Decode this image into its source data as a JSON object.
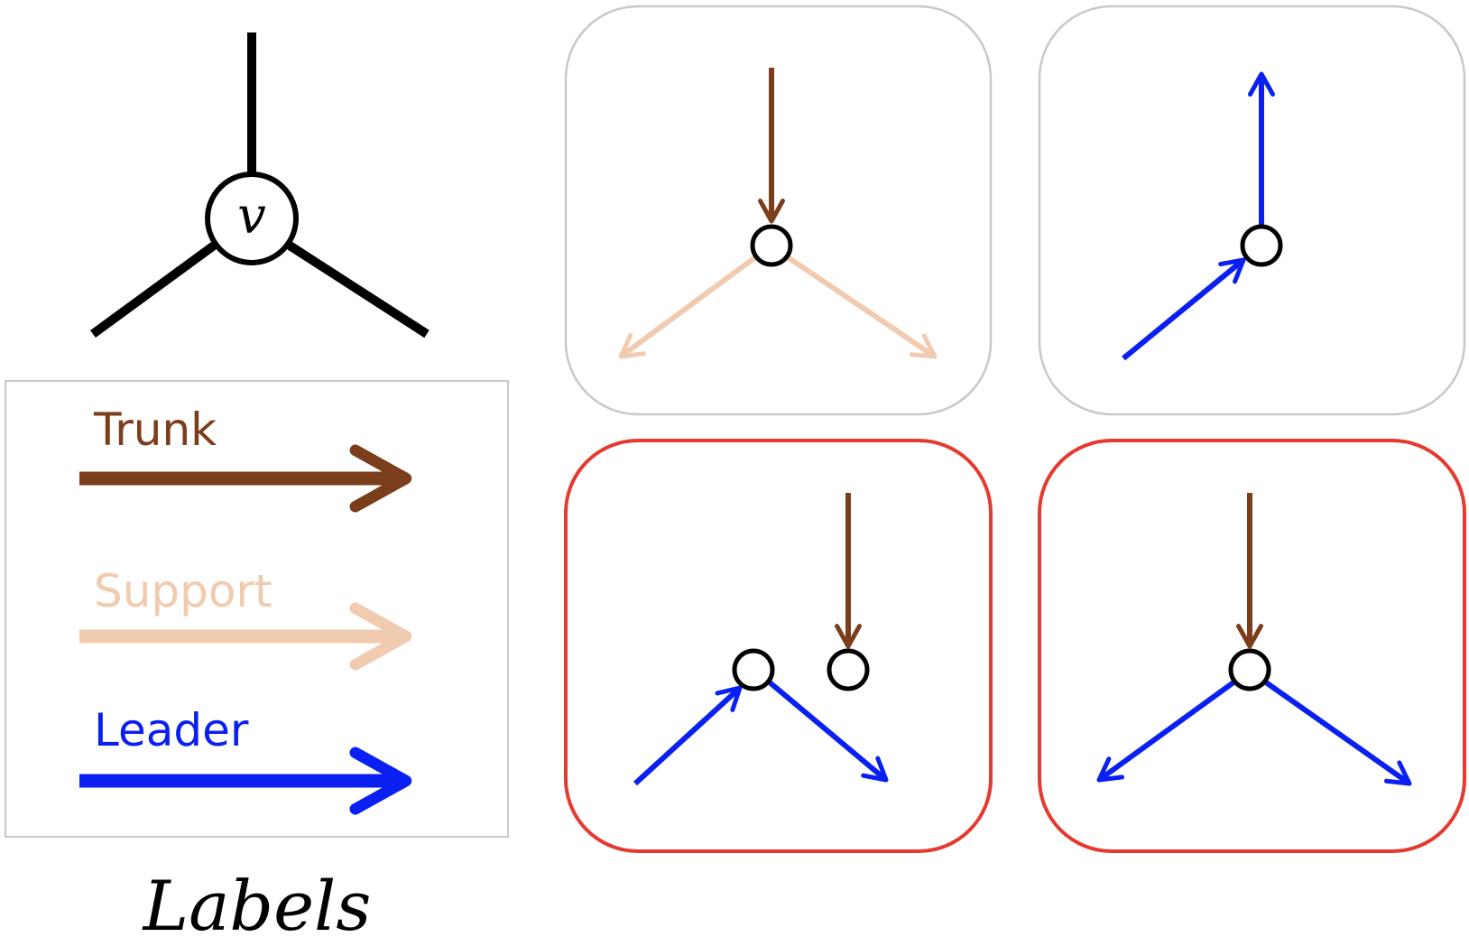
{
  "vertex": {
    "label": "v"
  },
  "legend": {
    "items": [
      {
        "label": "Trunk",
        "color": "#7a3e1c"
      },
      {
        "label": "Support",
        "color": "#f0cbb0"
      },
      {
        "label": "Leader",
        "color": "#0a20f0"
      }
    ]
  },
  "caption": "Labels",
  "colors": {
    "trunk": "#7a3e1c",
    "support": "#f0cbb0",
    "leader": "#0a20f0",
    "frame_gray": "#c8c8c8",
    "frame_red": "#e53a2f"
  },
  "panels": [
    {
      "id": "trunk-in-support-out",
      "frame": "gray"
    },
    {
      "id": "leader-in-leader-up",
      "frame": "gray"
    },
    {
      "id": "leader-pass-with-trunk",
      "frame": "red"
    },
    {
      "id": "trunk-in-leaders-out",
      "frame": "red"
    }
  ]
}
